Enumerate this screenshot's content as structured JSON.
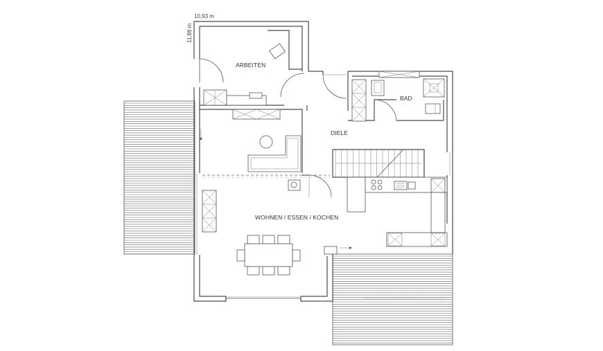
{
  "dimensions": {
    "width": "10,93 m",
    "depth": "11,88 m"
  },
  "rooms": {
    "arbeiten": "ARBEITEN",
    "bad": "BAD",
    "diele": "DIELE",
    "wohnen": "WOHNEN / ESSEN / KOCHEN"
  },
  "colors": {
    "line": "#4a4a4a",
    "background": "#ffffff"
  }
}
